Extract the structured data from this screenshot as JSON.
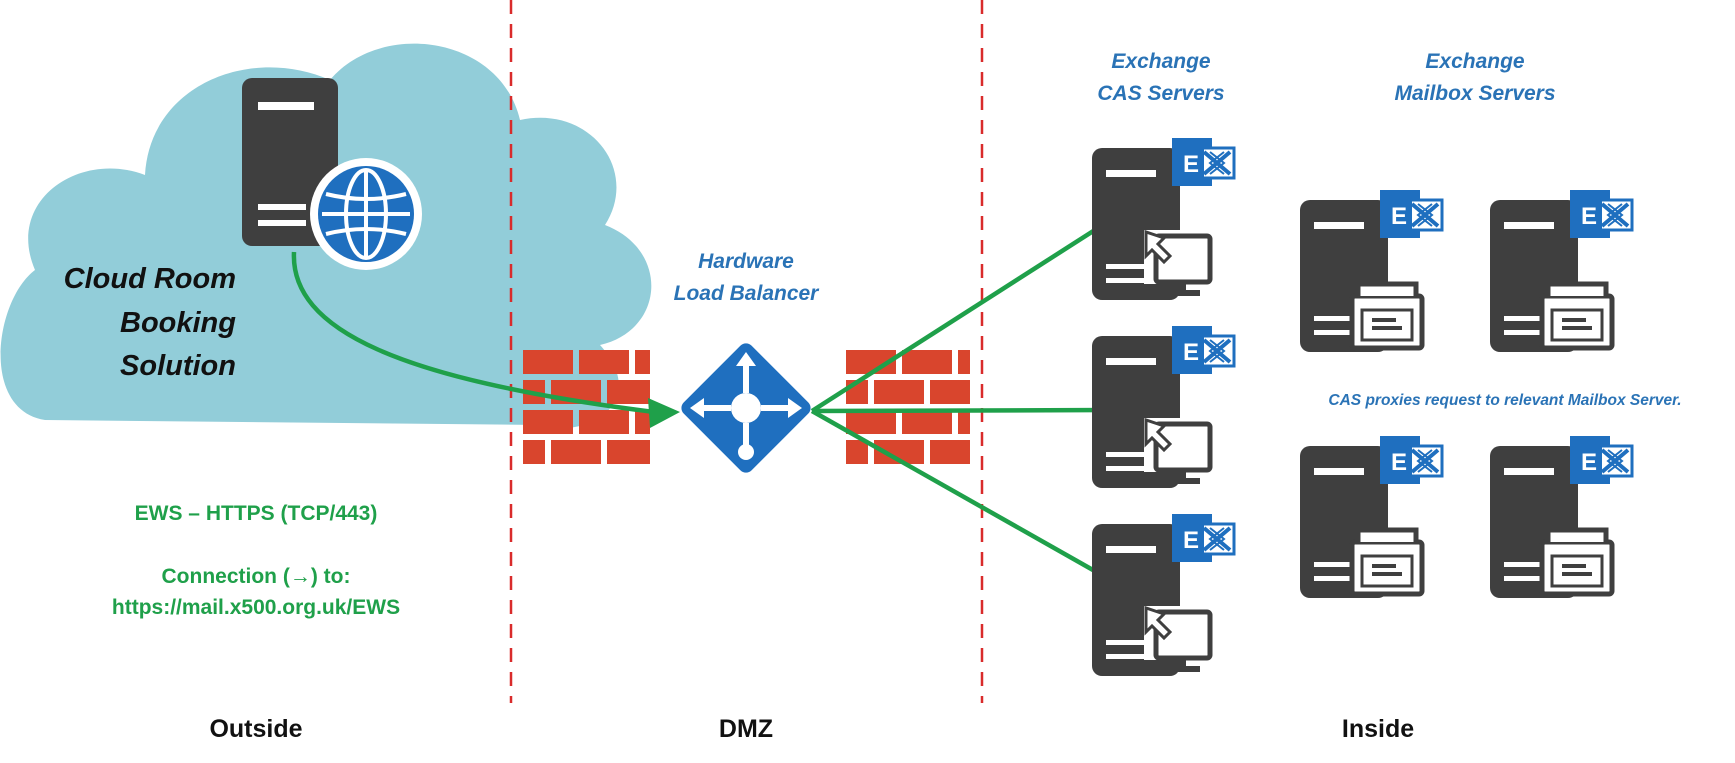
{
  "zones": {
    "outside": "Outside",
    "dmz": "DMZ",
    "inside": "Inside"
  },
  "cloud": {
    "line1": "Cloud Room",
    "line2": "Booking",
    "line3": "Solution"
  },
  "connection": {
    "protocol": "EWS – HTTPS (TCP/443)",
    "conn_line1": "Connection (→) to:",
    "conn_line2": "https://mail.x500.org.uk/EWS"
  },
  "load_balancer": {
    "line1": "Hardware",
    "line2": "Load Balancer"
  },
  "cas": {
    "line1": "Exchange",
    "line2": "CAS Servers"
  },
  "mailbox": {
    "line1": "Exchange",
    "line2": "Mailbox Servers"
  },
  "note": "CAS proxies request to relevant Mailbox Server.",
  "colors": {
    "cloud": "#92cdd9",
    "server": "#3f3f3f",
    "accent_blue": "#1f6fbf",
    "label_blue": "#2a73b6",
    "arrow_green": "#1fa04a",
    "brick_red": "#d9452d",
    "divider_red": "#d92b2b"
  }
}
